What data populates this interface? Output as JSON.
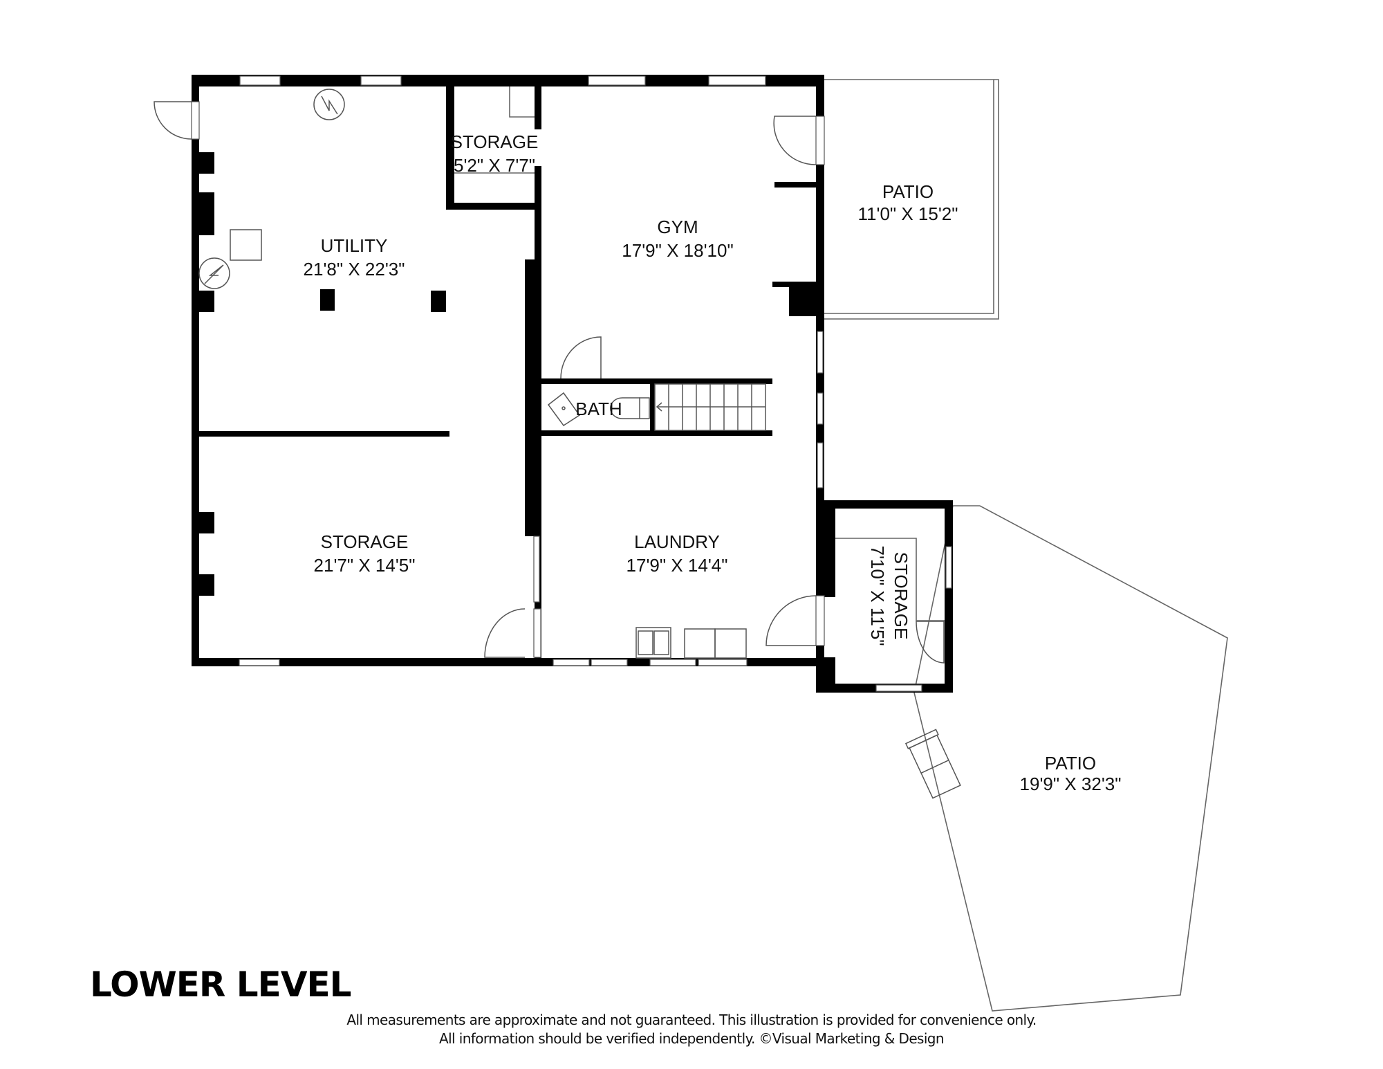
{
  "plan": {
    "level_title": "LOWER LEVEL",
    "disclaimer": {
      "line1": "All measurements are approximate and not guaranteed. This illustration is provided for convenience only.",
      "line2": "All information should be verified independently. ©Visual Marketing & Design"
    },
    "rooms": {
      "utility": {
        "name": "UTILITY",
        "dims": "21'8\" X 22'3\""
      },
      "storage_small": {
        "name": "STORAGE",
        "dims": "5'2\" X 7'7\""
      },
      "gym": {
        "name": "GYM",
        "dims": "17'9\" X 18'10\""
      },
      "patio_upper": {
        "name": "PATIO",
        "dims": "11'0\" X 15'2\""
      },
      "bath": {
        "name": "BATH"
      },
      "storage_large": {
        "name": "STORAGE",
        "dims": "21'7\" X 14'5\""
      },
      "laundry": {
        "name": "LAUNDRY",
        "dims": "17'9\" X 14'4\""
      },
      "storage_side": {
        "name": "STORAGE",
        "dims": "7'10\" X 11'5\""
      },
      "patio_lower": {
        "name": "PATIO",
        "dims": "19'9\" X 32'3\""
      }
    },
    "colors": {
      "wall": "#000000",
      "outline": "#666666",
      "background": "#ffffff"
    },
    "icons": [
      "water-heater-icon",
      "furnace-icon",
      "stairs-icon",
      "toilet-icon",
      "sink-icon",
      "laundry-sink-icon",
      "washer-icon",
      "dryer-icon",
      "bench-icon"
    ]
  }
}
